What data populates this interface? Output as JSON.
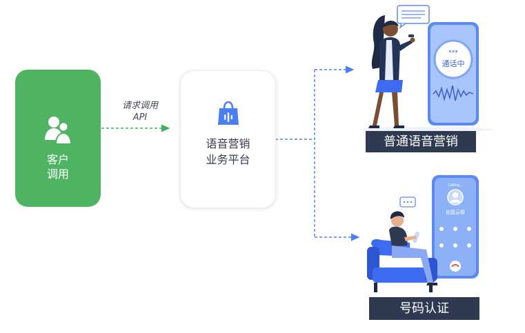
{
  "customer": {
    "label_line1": "客户",
    "label_line2": "调用",
    "icon": "users-icon",
    "color": "#4fb461"
  },
  "api_call": {
    "line1": "请求调用",
    "line2": "API"
  },
  "platform": {
    "label_line1": "语音营销",
    "label_line2": "业务平台",
    "icon": "shopping-bag-voice-icon",
    "accent": "#4a7ef5"
  },
  "outputs": [
    {
      "caption": "普通语音营销",
      "phone_badge": "***",
      "phone_status": "通话中"
    },
    {
      "caption": "号码认证",
      "phone_top": "Calling...",
      "phone_name": "创蓝云智"
    }
  ],
  "colors": {
    "green_arrow": "#3fb15a",
    "blue_arrow": "#4a7ef5",
    "caption_bg": "#2f3a52"
  }
}
